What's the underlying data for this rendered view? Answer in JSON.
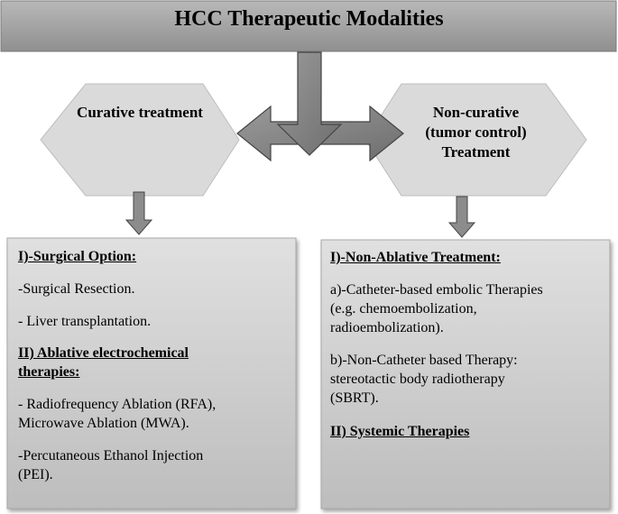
{
  "title": "HCC Therapeutic Modalities",
  "left_hexagon": {
    "label": "Curative treatment"
  },
  "right_hexagon": {
    "lines": [
      "Non-curative",
      "(tumor control)",
      "Treatment"
    ]
  },
  "left_box": {
    "heading1": "I)-Surgical Option:",
    "items1": [
      "-Surgical Resection.",
      "- Liver transplantation."
    ],
    "heading2_lines": [
      "II) Ablative electrochemical",
      "therapies:"
    ],
    "items2_lines": [
      "- Radiofrequency Ablation (RFA),",
      "Microwave Ablation (MWA).",
      "-Percutaneous Ethanol Injection",
      "(PEI)."
    ]
  },
  "right_box": {
    "heading1": "I)-Non-Ablative Treatment:",
    "item1_lines": [
      "a)-Catheter-based embolic Therapies",
      "(e.g. chemoembolization,",
      "radioembolization)."
    ],
    "item2_lines": [
      "b)-Non-Catheter based Therapy:",
      "stereotactic body radiotherapy",
      "(SBRT)."
    ],
    "heading2": "II) Systemic Therapies"
  },
  "colors": {
    "title_bar": "#a6a6a6",
    "hexagon": "#d9d9d9",
    "arrow": "#8c8c8c",
    "box": "#d0d0d0"
  }
}
